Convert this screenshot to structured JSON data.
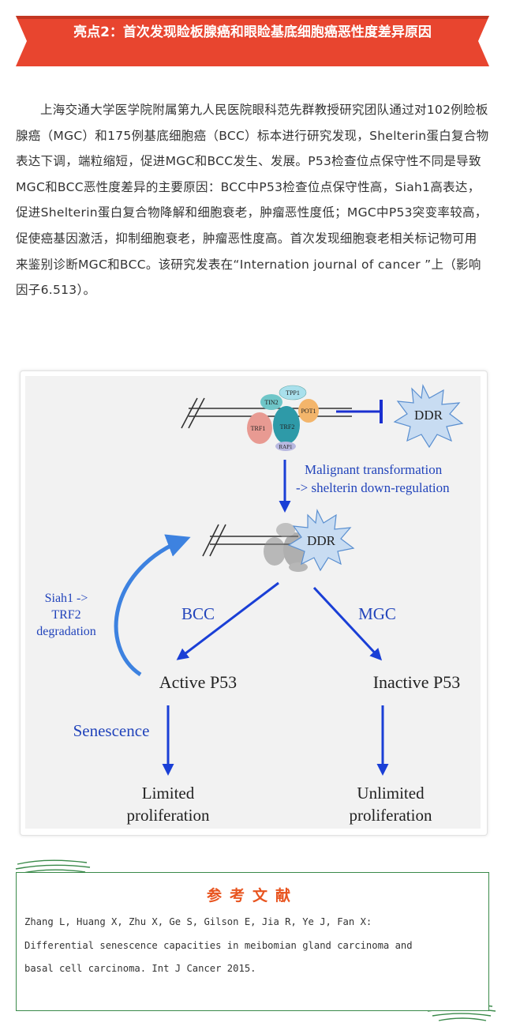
{
  "banner": {
    "title": "亮点2：首次发现睑板腺癌和眼睑基底细胞癌恶性度差异原因",
    "color": "#e8452f"
  },
  "article": {
    "text": "上海交通大学医学院附属第九人民医院眼科范先群教授研究团队通过对102例睑板腺癌（MGC）和175例基底细胞癌（BCC）标本进行研究发现，Shelterin蛋白复合物表达下调，端粒缩短，促进MGC和BCC发生、发展。P53检查位点保守性不同是导致MGC和BCC恶性度差异的主要原因：BCC中P53检查位点保守性高，Siah1高表达，促进Shelterin蛋白复合物降解和细胞衰老，肿瘤恶性度低；MGC中P53突变率较高，促使癌基因激活，抑制细胞衰老，肿瘤恶性度高。首次发现细胞衰老相关标记物可用来鉴别诊断MGC和BCC。该研究发表在“Internation journal of cancer ”上（影响因子6.513）。"
  },
  "figure": {
    "protein_labels": {
      "tin2": "TIN2",
      "tpp1": "TPP1",
      "trf1": "TRF1",
      "trf2": "TRF2",
      "pot1": "POT1",
      "rap1": "RAP1"
    },
    "ddr_label_top": "DDR",
    "ddr_label_mid": "DDR",
    "transformation_line1": "Malignant transformation",
    "transformation_line2": "-> shelterin down-regulation",
    "siah1_line1": "Siah1 ->",
    "siah1_line2": "TRF2",
    "siah1_line3": "degradation",
    "bcc_label": "BCC",
    "mgc_label": "MGC",
    "active_p53": "Active P53",
    "inactive_p53": "Inactive P53",
    "senescence": "Senescence",
    "limited_line1": "Limited",
    "limited_line2": "proliferation",
    "unlimited_line1": "Unlimited",
    "unlimited_line2": "proliferation",
    "colors": {
      "arrow_blue": "#1a3fd6",
      "label_blue": "#2244bb",
      "feedback_blue": "#3d82e0",
      "inhibit_blue": "#1a2fd0",
      "star_blue": "#c8dcf2",
      "trf1_pink": "#e89a92",
      "trf2_teal": "#2e9aa8",
      "tin2_teal": "#6fc6c8",
      "tpp1_cyan": "#a9e0ec",
      "pot1_orange": "#f3b56b",
      "rap1_lav": "#b8b8e0",
      "panel_bg": "#f2f2f2"
    }
  },
  "references": {
    "title": "参考文献",
    "lines": [
      "Zhang L, Huang X, Zhu X, Ge S, Gilson E, Jia R, Ye J, Fan X:",
      "Differential senescence capacities in meibomian gland carcinoma and",
      "basal cell carcinoma. Int J Cancer 2015."
    ],
    "border_color": "#3a8a4a",
    "title_color": "#e8541f"
  }
}
